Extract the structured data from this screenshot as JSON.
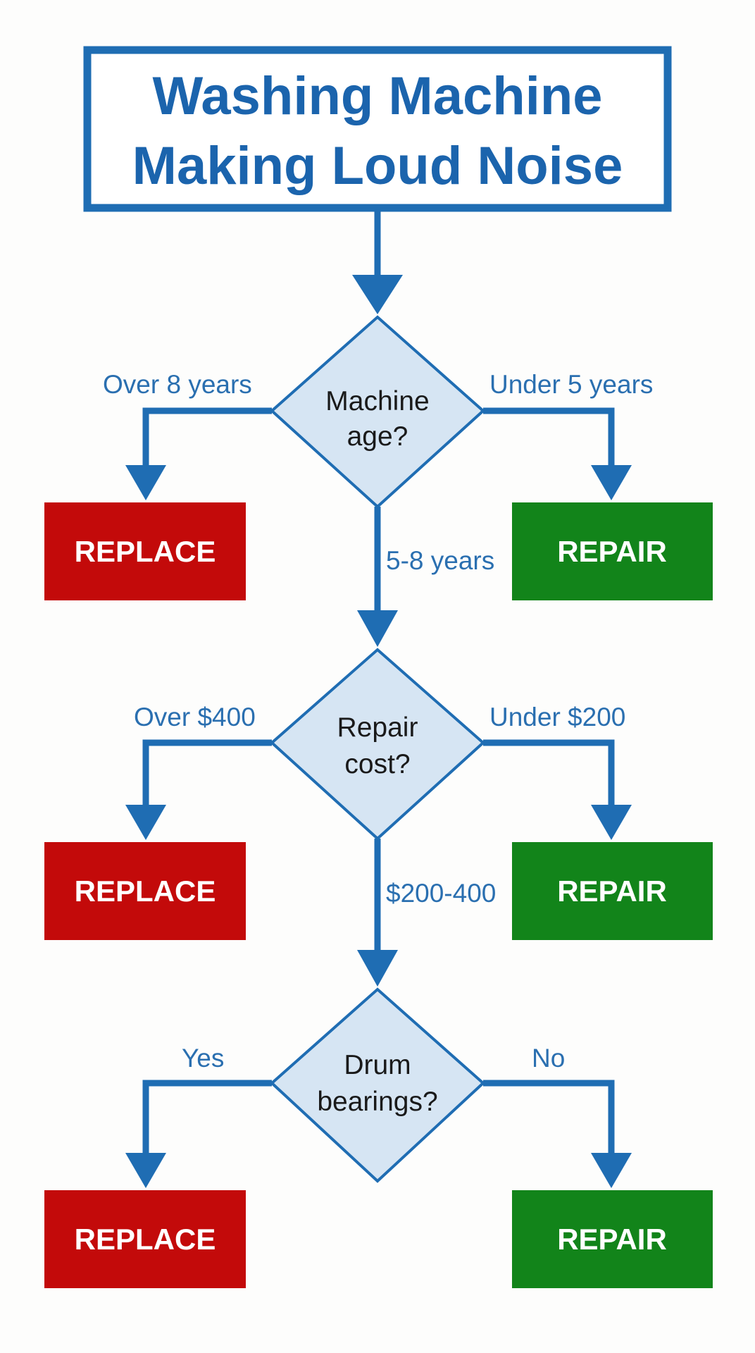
{
  "title": {
    "line1": "Washing Machine",
    "line2": "Making Loud Noise"
  },
  "decisions": [
    {
      "question_line1": "Machine",
      "question_line2": "age?",
      "left_label": "Over 8 years",
      "right_label": "Under 5 years",
      "down_label": "5-8 years",
      "left_outcome": "REPLACE",
      "right_outcome": "REPAIR"
    },
    {
      "question_line1": "Repair",
      "question_line2": "cost?",
      "left_label": "Over $400",
      "right_label": "Under $200",
      "down_label": "$200-400",
      "left_outcome": "REPLACE",
      "right_outcome": "REPAIR"
    },
    {
      "question_line1": "Drum",
      "question_line2": "bearings?",
      "left_label": "Yes",
      "right_label": "No",
      "left_outcome": "REPLACE",
      "right_outcome": "REPAIR"
    }
  ],
  "colors": {
    "line_blue": "#1f6db3",
    "title_blue": "#1b64ad",
    "label_blue": "#2a6fb0",
    "diamond_fill": "#d6e5f3",
    "diamond_stroke": "#1f6db3",
    "question_text": "#1a1a1a",
    "replace_red": "#c30a0a",
    "repair_green": "#12841a",
    "outcome_text": "#ffffff"
  }
}
